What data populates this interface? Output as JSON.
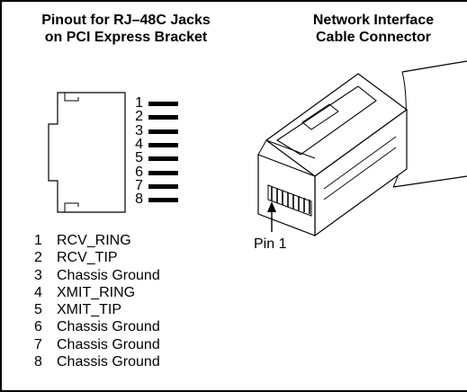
{
  "titles": {
    "left_line1": "Pinout for RJ–48C Jacks",
    "left_line2": "on PCI Express Bracket",
    "right_line1": "Network Interface",
    "right_line2": "Cable Connector"
  },
  "jack_pins": [
    "1",
    "2",
    "3",
    "4",
    "5",
    "6",
    "7",
    "8"
  ],
  "legend": [
    {
      "num": "1",
      "label": "RCV_RING"
    },
    {
      "num": "2",
      "label": "RCV_TIP"
    },
    {
      "num": "3",
      "label": "Chassis Ground"
    },
    {
      "num": "4",
      "label": "XMIT_RING"
    },
    {
      "num": "5",
      "label": "XMIT_TIP"
    },
    {
      "num": "6",
      "label": "Chassis Ground"
    },
    {
      "num": "7",
      "label": "Chassis Ground"
    },
    {
      "num": "8",
      "label": "Chassis Ground"
    }
  ],
  "pin1_label": "Pin 1"
}
